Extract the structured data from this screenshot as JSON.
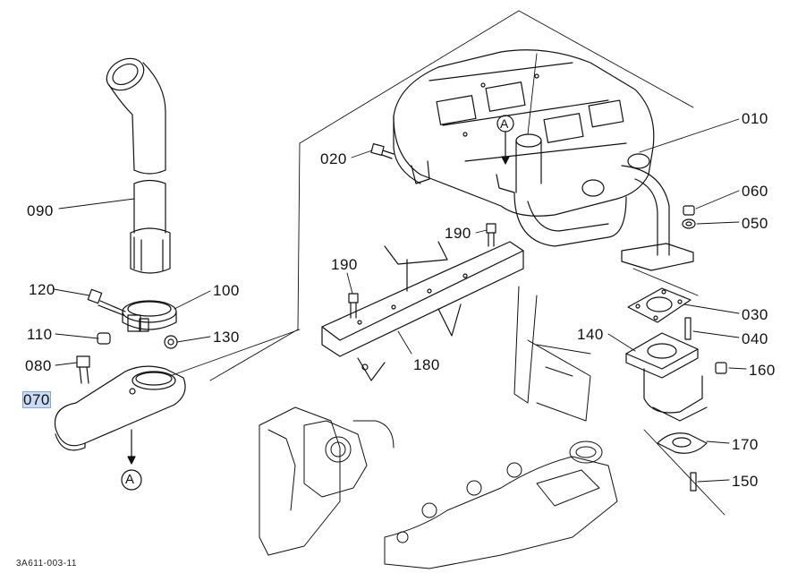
{
  "callouts": {
    "p010": "010",
    "p020": "020",
    "p030": "030",
    "p040": "040",
    "p050": "050",
    "p060": "060",
    "p070": "070",
    "p080": "080",
    "p090": "090",
    "p100": "100",
    "p110": "110",
    "p120": "120",
    "p130": "130",
    "p140": "140",
    "p150": "150",
    "p160": "160",
    "p170": "170",
    "p180": "180",
    "p190a": "190",
    "p190b": "190"
  },
  "reference_marks": {
    "upper": "A",
    "lower": "A"
  },
  "highlighted_callout": "070",
  "drawing_code": "3A611-003-11",
  "colors": {
    "line": "#111111",
    "highlight": "#c9dcf3"
  }
}
